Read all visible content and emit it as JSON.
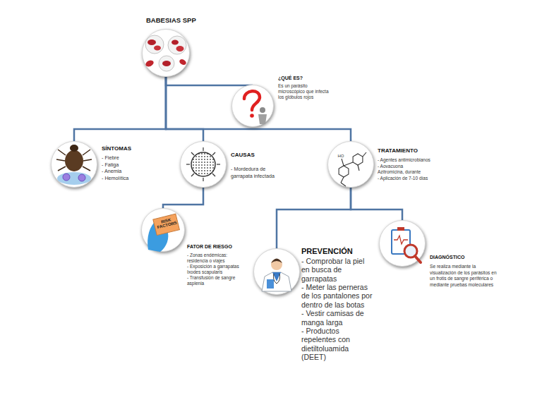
{
  "diagram": {
    "nodes": [
      {
        "text": [
          "BABESIAS SPP"
        ]
      },
      {
        "text": [
          "¿QUÉ ES?",
          "Es un parásito microscópico que infecta los glóbulos rojos"
        ]
      },
      {
        "text": [
          "SÍNTOMAS",
          "- Fiebre",
          "- Fatiga",
          "- Anemia",
          "- Hemolítica"
        ]
      },
      {
        "text": [
          "CAUSAS",
          "- Mordedura de garrapata infectada"
        ]
      },
      {
        "text": [
          "TRATAMIENTO",
          "- Agentes antimicrobianos",
          "- Aovacuona",
          "Azitromicina, durante",
          "- Aplicación de 7-10 días"
        ]
      },
      {
        "text": [
          "FATOR DE RIESGO",
          "- Zonas endémicas: residencia o viajes",
          "- Exposición a garrapatas Ixodes scapularis",
          "- Transfusión de sangre asplenia"
        ]
      },
      {
        "text": [
          "PREVENCIÓN",
          "- Comprobar la piel en busca de garrapatas",
          "- Meter las perneras de los pantalones por dentro de las botas",
          "- Vestir camisas de manga larga",
          "- Productos repelentes con dietiltoluamida (DEET)"
        ]
      },
      {
        "text": [
          "DIAGNÓSTICO",
          "Se realiza mediante la visualización de los parásitos en un frotis de sangre periférica o mediante pruebas moleculares"
        ]
      }
    ],
    "edges": [
      {
        "from": 0,
        "to": 1,
        "arrow": "none"
      },
      {
        "from": 0,
        "to": 2,
        "arrow": "none"
      },
      {
        "from": 0,
        "to": 3,
        "arrow": "none"
      },
      {
        "from": 0,
        "to": 4,
        "arrow": "none"
      },
      {
        "from": 3,
        "to": 5,
        "arrow": "none"
      },
      {
        "from": 4,
        "to": 6,
        "arrow": "none"
      },
      {
        "from": 4,
        "to": 7,
        "arrow": "none"
      }
    ],
    "labels": [
      "RISK FACTORS",
      "HO"
    ]
  }
}
